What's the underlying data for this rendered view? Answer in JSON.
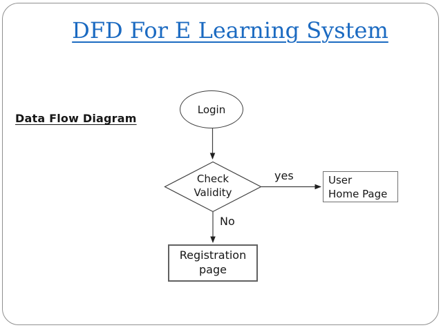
{
  "slide": {
    "title": "DFD For E Learning System",
    "side_label": "Data Flow Diagram",
    "colors": {
      "title_blue": "#1b6ac1",
      "border_gray": "#8f8f8f",
      "line_color": "#3f3f3f"
    }
  },
  "flowchart": {
    "nodes": {
      "login": {
        "shape": "ellipse",
        "label": "Login"
      },
      "check_validity": {
        "shape": "diamond",
        "lines": [
          "Check",
          "Validity"
        ]
      },
      "user_home": {
        "shape": "rectangle",
        "lines": [
          "User",
          "Home Page"
        ]
      },
      "registration": {
        "shape": "rectangle",
        "lines": [
          "Registration",
          "page"
        ]
      }
    },
    "edges": [
      {
        "from": "login",
        "to": "check_validity",
        "label": ""
      },
      {
        "from": "check_validity",
        "to": "user_home",
        "label": "yes"
      },
      {
        "from": "check_validity",
        "to": "registration",
        "label": "No"
      }
    ]
  }
}
